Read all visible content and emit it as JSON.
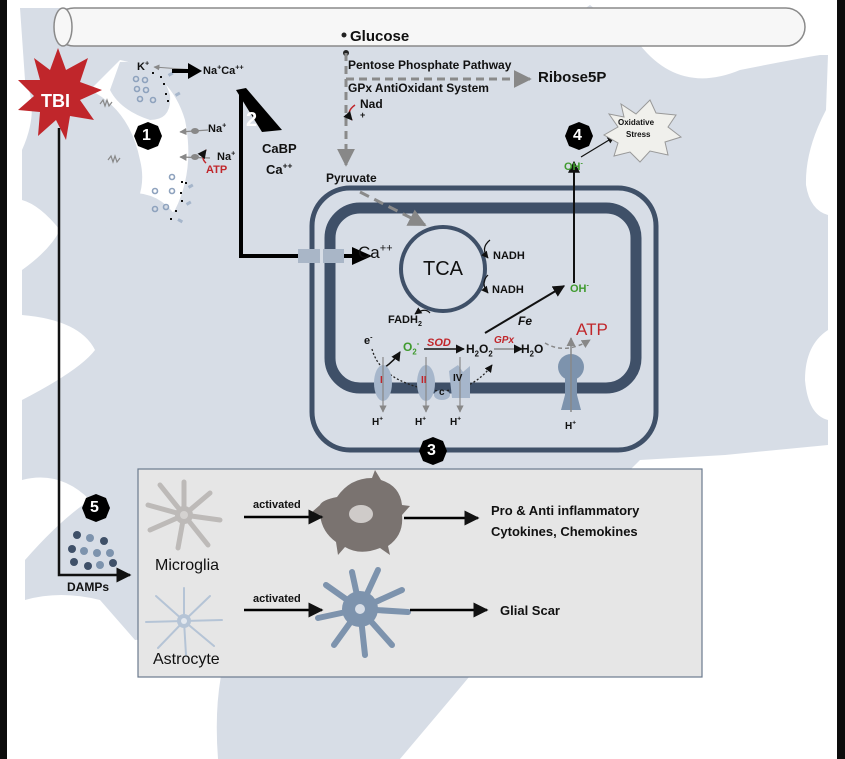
{
  "colors": {
    "background_cell": "#d7dde6",
    "membrane": "#3f5068",
    "tbi_red": "#c0262b",
    "accent_red": "#c0262b",
    "accent_green": "#3f9a2e",
    "panel_fill": "#e6e6e6",
    "microglia_resting": "#bdbab8",
    "microglia_active": "#7a7370",
    "astrocyte_resting": "#b5c4d6",
    "astrocyte_active": "#7d93ad"
  },
  "vessel": {
    "glucose": "Glucose"
  },
  "tbi": {
    "label": "TBI"
  },
  "steps": {
    "s1": "1",
    "s2": "2",
    "s3": "3",
    "s4": "4",
    "s5": "5"
  },
  "ions": {
    "k": "K",
    "k_sup": "+",
    "na_ca": "Na",
    "na_ca_sup1": "+",
    "na_ca_ca": "Ca",
    "na_ca_sup2": "++",
    "na1": "Na",
    "na1_sup": "+",
    "na2": "Na",
    "na2_sup": "+",
    "atp_pump": "ATP",
    "cabp": "CaBP",
    "ca2": "Ca",
    "ca2_sup": "++"
  },
  "metabolism": {
    "ppp": "Pentose Phosphate Pathway",
    "ribose": "Ribose5P",
    "gpx_system": "GPx AntiOxidant System",
    "nad": "Nad",
    "nad_sup": "+",
    "pyruvate": "Pyruvate"
  },
  "mitochondria": {
    "ca_in": "Ca",
    "ca_in_sup": "++",
    "tca": "TCA",
    "nadh1": "NADH",
    "nadh2": "NADH",
    "fadh": "FADH",
    "fadh_sub": "2",
    "fe": "Fe",
    "oh_inner": "OH",
    "oh_inner_sup": "-",
    "electron": "e",
    "electron_sup": "-",
    "o2": "O",
    "o2_sub": "2",
    "o2_sup": "-",
    "sod": "SOD",
    "h2o2_a": "H",
    "h2o2_sub1": "2",
    "h2o2_b": "O",
    "h2o2_sub2": "2",
    "gpx": "GPx",
    "h2o_a": "H",
    "h2o_sub": "2",
    "h2o_b": "O",
    "atp": "ATP",
    "complex_1": "I",
    "complex_2": "II",
    "complex_4": "IV",
    "cyt_c": "c",
    "proton": "H",
    "proton_sup": "+"
  },
  "oxidative": {
    "oh_outer": "OH",
    "oh_outer_sup": "-",
    "stress_line1": "Oxidative",
    "stress_line2": "Stress"
  },
  "inflammation": {
    "damps": "DAMPs",
    "microglia": "Microglia",
    "astrocyte": "Astrocyte",
    "activated_1": "activated",
    "activated_2": "activated",
    "cytokines_line1": "Pro & Anti inflammatory",
    "cytokines_line2": "Cytokines, Chemokines",
    "glial_scar": "Glial Scar"
  }
}
